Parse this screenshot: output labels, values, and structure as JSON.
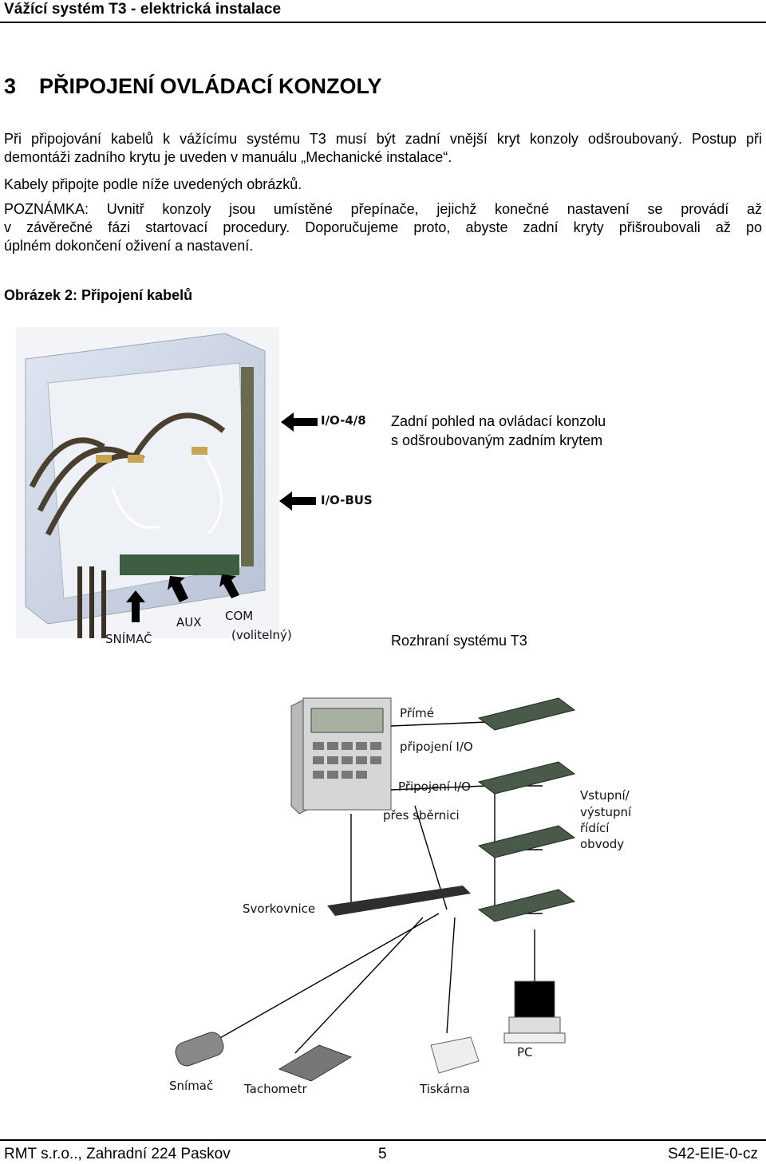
{
  "header": {
    "title": "Vážící systém T3 - elektrická instalace"
  },
  "section": {
    "number": "3",
    "title": "PŘIPOJENÍ OVLÁDACÍ KONZOLY"
  },
  "paragraphs": {
    "p1_line1": "Při připojování kabelů k vážícímu systému T3 musí být zadní vnější kryt konzoly odšroubovaný. Postup při",
    "p1_line2": "demontáži zadního krytu je uveden v manuálu „Mechanické instalace“.",
    "p2": "Kabely připojte podle níže uvedených obrázků.",
    "p3_line1": "POZNÁMKA: Uvnitř konzoly jsou umístěné přepínače, jejichž konečné nastavení se provádí až",
    "p3_line2": "v závěrečné fázi startovací procedury. Doporučujeme proto, abyste zadní kryty přišroubovali až po",
    "p3_line3": "úplném dokončení oživení a nastavení."
  },
  "figure": {
    "caption": "Obrázek 2: Připojení kabelů",
    "rear_view_line1": "Zadní pohled na ovládací konzolu",
    "rear_view_line2": "s odšroubovaným zadním krytem",
    "interface_title": "Rozhraní systému T3",
    "labels": {
      "io48": "I/O-4/8",
      "iobus": "I/O-BUS",
      "snimac_top": "SNÍMAČ",
      "aux": "AUX",
      "com": "COM",
      "com_opt": "(volitelný)",
      "prime": "Přímé",
      "pripojeni_io": "připojení I/O",
      "pripojeni_io2": "Připojení I/O",
      "pres_sbernici": "přes sběrnici",
      "vstupni1": "Vstupní/",
      "vstupni2": "výstupní",
      "vstupni3": "řídící",
      "vstupni4": "obvody",
      "svorkovnice": "Svorkovnice",
      "snimac": "Snímač",
      "tachometr": "Tachometr",
      "tiskarna": "Tiskárna",
      "pc": "PC"
    }
  },
  "footer": {
    "left": "RMT s.r.o.., Zahradní 224 Paskov",
    "page": "5",
    "right": "S42-EIE-0-cz"
  }
}
